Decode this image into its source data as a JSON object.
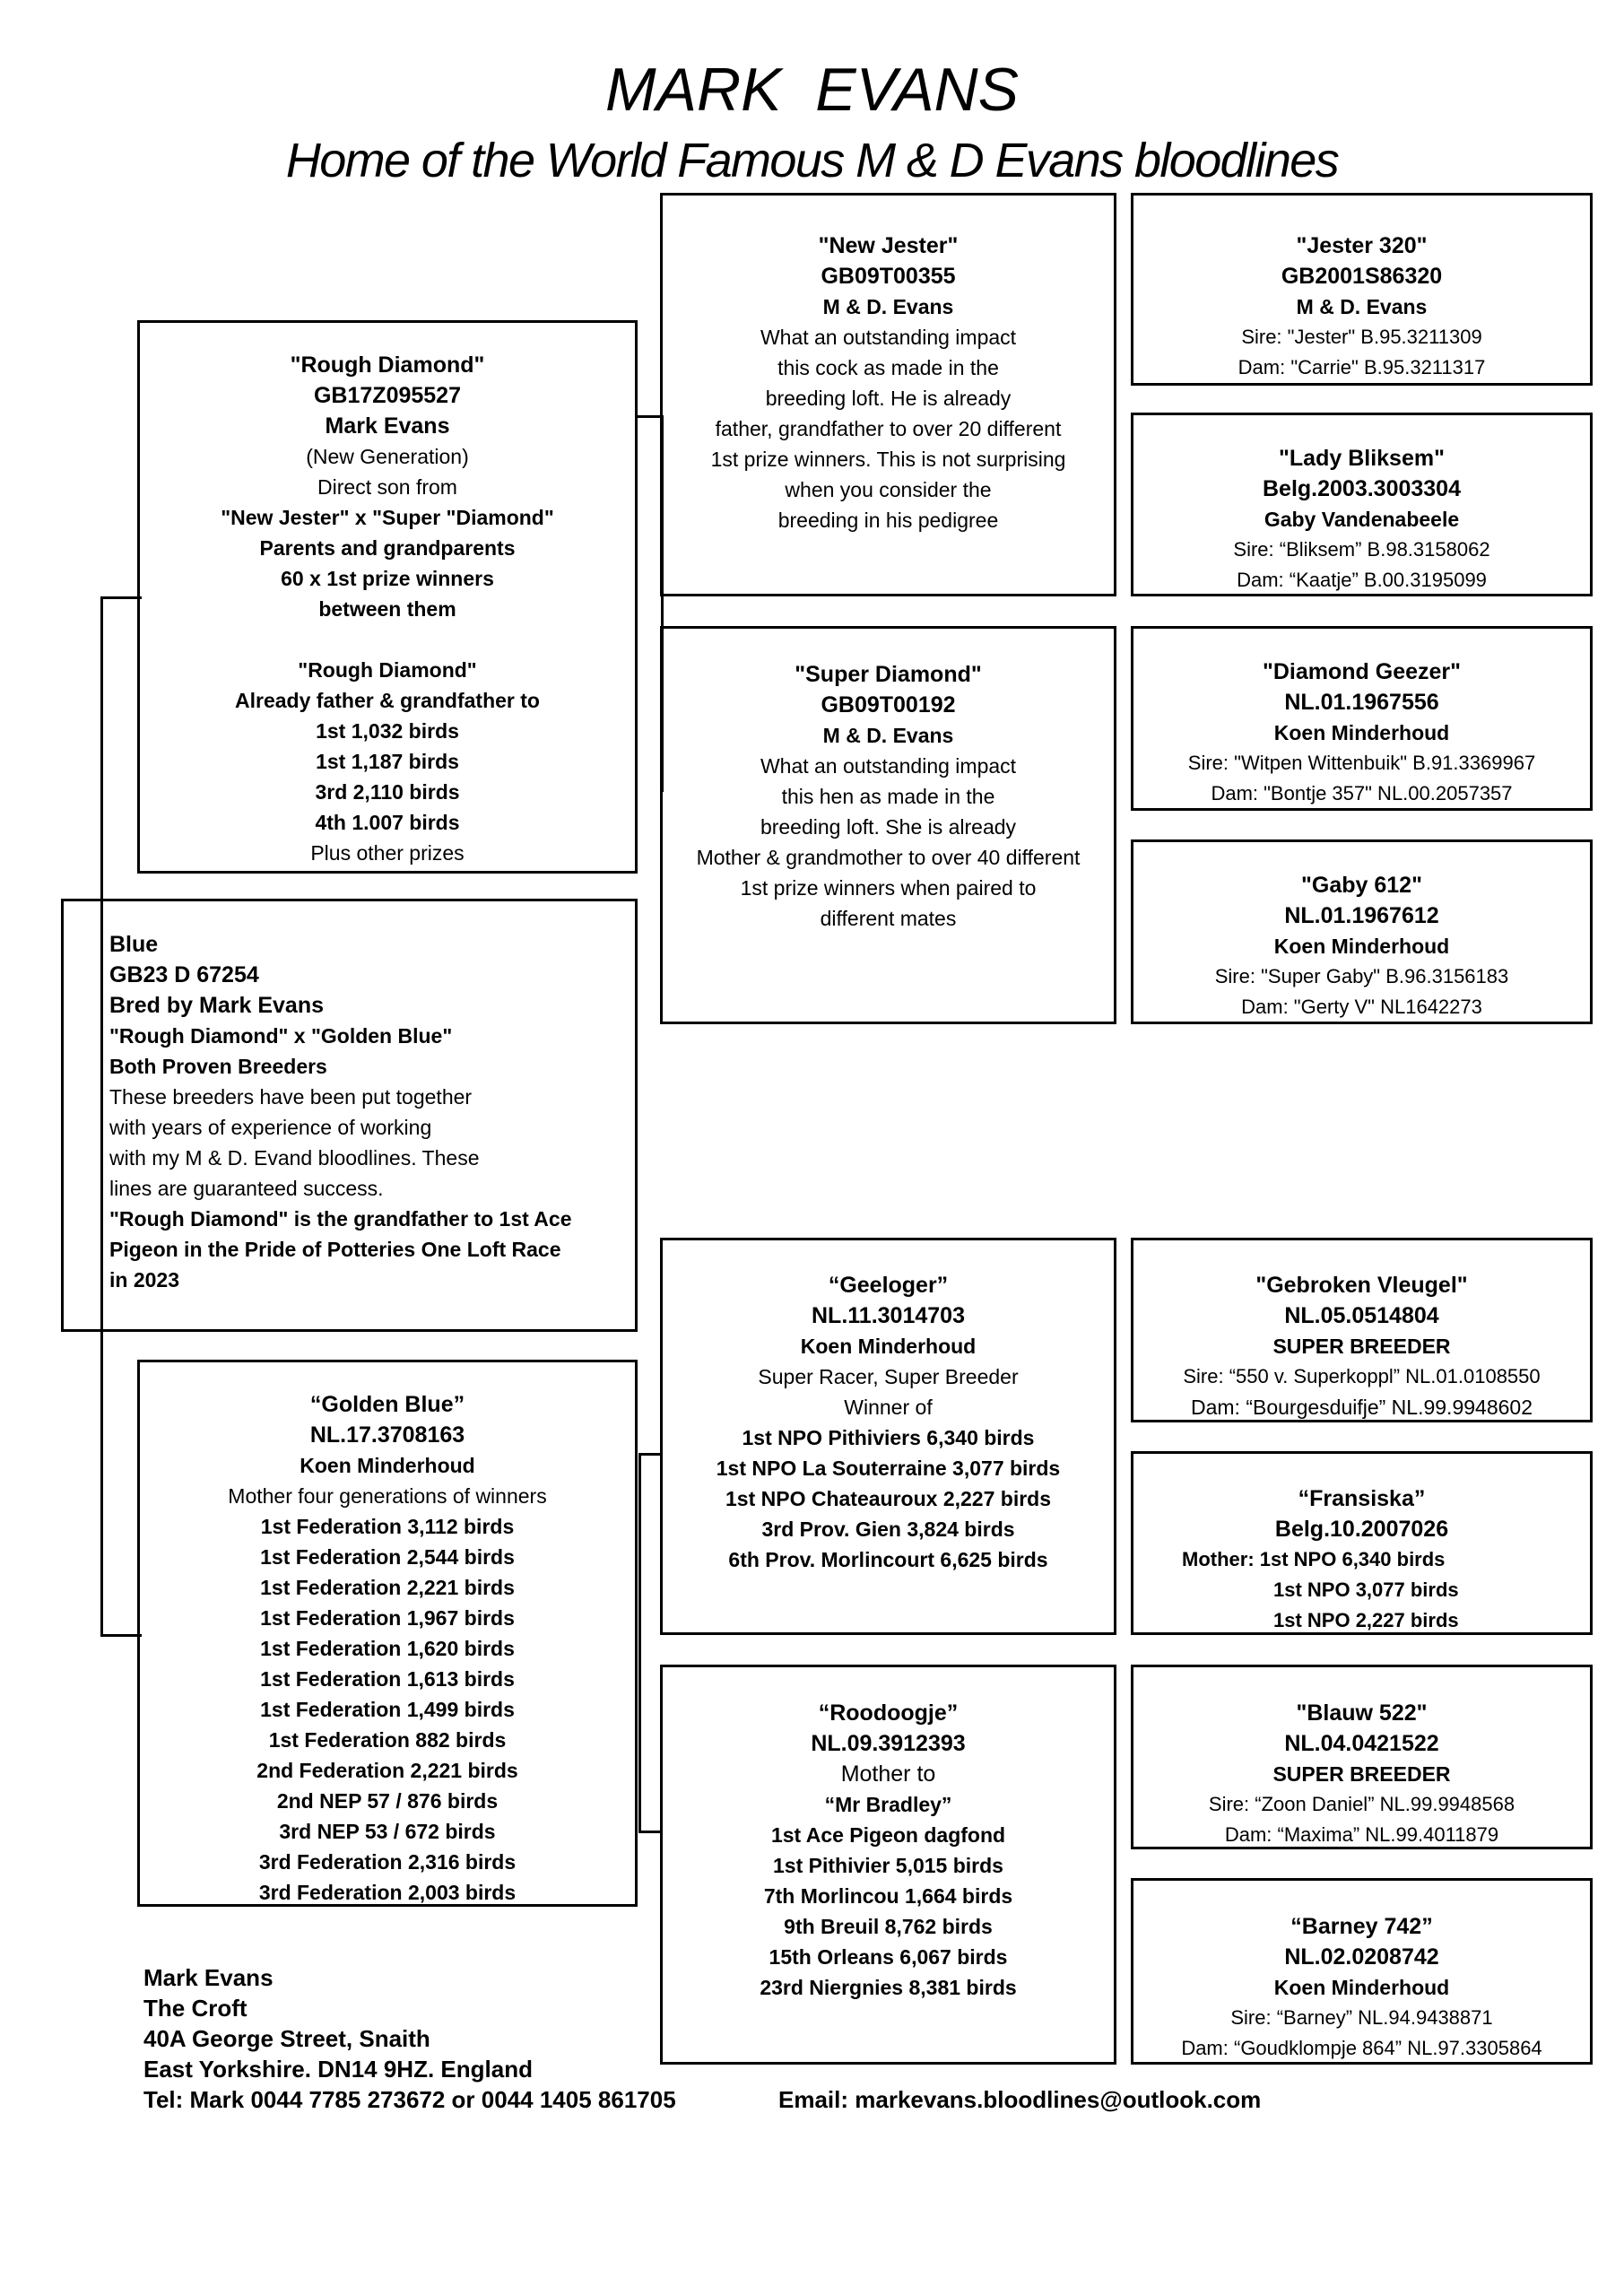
{
  "header": {
    "title": "MARK  EVANS",
    "subtitle": "Home of the World Famous M & D Evans bloodlines"
  },
  "subject": {
    "lines": [
      {
        "t": "Blue",
        "w": "b",
        "s": "t"
      },
      {
        "t": "GB23 D 67254",
        "w": "b",
        "s": "t"
      },
      {
        "t": "Bred by Mark Evans",
        "w": "b",
        "s": "t"
      },
      {
        "t": "\"Rough Diamond\" x \"Golden Blue\"",
        "w": "b",
        "s": "n"
      },
      {
        "t": "Both Proven Breeders",
        "w": "b",
        "s": "n"
      },
      {
        "t": "These breeders have been put together",
        "w": "r",
        "s": "n"
      },
      {
        "t": "with years of experience of working",
        "w": "r",
        "s": "n"
      },
      {
        "t": "with my M & D. Evand bloodlines. These",
        "w": "r",
        "s": "n"
      },
      {
        "t": "lines are guaranteed success.",
        "w": "r",
        "s": "n"
      },
      {
        "t": "\"Rough Diamond\" is the grandfather to 1st Ace",
        "w": "b",
        "s": "n"
      },
      {
        "t": "Pigeon in the Pride of Potteries One Loft Race",
        "w": "b",
        "s": "n"
      },
      {
        "t": "in 2023",
        "w": "b",
        "s": "n"
      }
    ]
  },
  "sire": {
    "lines": [
      {
        "t": "\"Rough Diamond\"",
        "w": "b",
        "s": "t"
      },
      {
        "t": "GB17Z095527",
        "w": "b",
        "s": "t"
      },
      {
        "t": "Mark Evans",
        "w": "b",
        "s": "t"
      },
      {
        "t": "(New Generation)",
        "w": "r",
        "s": "n"
      },
      {
        "t": "Direct son from",
        "w": "r",
        "s": "n"
      },
      {
        "t": "\"New Jester\" x \"Super \"Diamond\"",
        "w": "b",
        "s": "n"
      },
      {
        "t": "Parents and grandparents",
        "w": "b",
        "s": "n"
      },
      {
        "t": "60 x 1st prize winners",
        "w": "b",
        "s": "n"
      },
      {
        "t": "between them",
        "w": "b",
        "s": "n"
      },
      {
        "t": "",
        "w": "r",
        "s": "n"
      },
      {
        "t": "\"Rough Diamond\"",
        "w": "b",
        "s": "n"
      },
      {
        "t": "Already father & grandfather to",
        "w": "b",
        "s": "n"
      },
      {
        "t": "1st 1,032 birds",
        "w": "b",
        "s": "n"
      },
      {
        "t": "1st 1,187 birds",
        "w": "b",
        "s": "n"
      },
      {
        "t": "3rd 2,110 birds",
        "w": "b",
        "s": "n"
      },
      {
        "t": "4th 1.007 birds",
        "w": "b",
        "s": "n"
      },
      {
        "t": "Plus other prizes",
        "w": "r",
        "s": "n"
      }
    ]
  },
  "dam": {
    "lines": [
      {
        "t": "“Golden Blue”",
        "w": "b",
        "s": "t"
      },
      {
        "t": "NL.17.3708163",
        "w": "b",
        "s": "t"
      },
      {
        "t": "Koen Minderhoud",
        "w": "b",
        "s": "n"
      },
      {
        "t": "Mother four generations of winners",
        "w": "r",
        "s": "n"
      },
      {
        "t": "1st Federation 3,112 birds",
        "w": "b",
        "s": "n"
      },
      {
        "t": "1st Federation 2,544 birds",
        "w": "b",
        "s": "n"
      },
      {
        "t": "1st Federation 2,221 birds",
        "w": "b",
        "s": "n"
      },
      {
        "t": "1st Federation 1,967 birds",
        "w": "b",
        "s": "n"
      },
      {
        "t": "1st Federation 1,620 birds",
        "w": "b",
        "s": "n"
      },
      {
        "t": "1st Federation 1,613 birds",
        "w": "b",
        "s": "n"
      },
      {
        "t": "1st Federation 1,499 birds",
        "w": "b",
        "s": "n"
      },
      {
        "t": "1st Federation 882 birds",
        "w": "b",
        "s": "n"
      },
      {
        "t": "2nd Federation 2,221 birds",
        "w": "b",
        "s": "n"
      },
      {
        "t": "2nd NEP 57 / 876 birds",
        "w": "b",
        "s": "n"
      },
      {
        "t": "3rd NEP 53 / 672 birds",
        "w": "b",
        "s": "n"
      },
      {
        "t": "3rd Federation 2,316 birds",
        "w": "b",
        "s": "n"
      },
      {
        "t": "3rd Federation 2,003 birds",
        "w": "b",
        "s": "n"
      }
    ]
  },
  "gs1": {
    "lines": [
      {
        "t": "\"New Jester\"",
        "w": "b",
        "s": "t"
      },
      {
        "t": "GB09T00355",
        "w": "b",
        "s": "t"
      },
      {
        "t": "M & D. Evans",
        "w": "b",
        "s": "n"
      },
      {
        "t": "What an outstanding impact",
        "w": "r",
        "s": "n"
      },
      {
        "t": "this cock as made in the",
        "w": "r",
        "s": "n"
      },
      {
        "t": "breeding loft. He is already",
        "w": "r",
        "s": "n"
      },
      {
        "t": "father, grandfather to over 20 different",
        "w": "r",
        "s": "n"
      },
      {
        "t": "1st prize winners. This is not surprising",
        "w": "r",
        "s": "n"
      },
      {
        "t": "when you consider the",
        "w": "r",
        "s": "n"
      },
      {
        "t": "breeding in his pedigree",
        "w": "r",
        "s": "n"
      }
    ]
  },
  "gd1": {
    "lines": [
      {
        "t": "\"Super Diamond\"",
        "w": "b",
        "s": "t"
      },
      {
        "t": "GB09T00192",
        "w": "b",
        "s": "t"
      },
      {
        "t": "M & D. Evans",
        "w": "b",
        "s": "n"
      },
      {
        "t": "What an outstanding impact",
        "w": "r",
        "s": "n"
      },
      {
        "t": "this hen as made in the",
        "w": "r",
        "s": "n"
      },
      {
        "t": "breeding loft. She is already",
        "w": "r",
        "s": "n"
      },
      {
        "t": "Mother & grandmother to over 40 different",
        "w": "r",
        "s": "n"
      },
      {
        "t": "1st prize winners when paired to",
        "w": "r",
        "s": "n"
      },
      {
        "t": "different mates",
        "w": "r",
        "s": "n"
      }
    ]
  },
  "gs2": {
    "lines": [
      {
        "t": "“Geeloger”",
        "w": "b",
        "s": "t"
      },
      {
        "t": "NL.11.3014703",
        "w": "b",
        "s": "t"
      },
      {
        "t": "Koen Minderhoud",
        "w": "b",
        "s": "n"
      },
      {
        "t": "Super Racer, Super Breeder",
        "w": "r",
        "s": "n"
      },
      {
        "t": "Winner of",
        "w": "r",
        "s": "n"
      },
      {
        "t": "1st NPO Pithiviers 6,340 birds",
        "w": "b",
        "s": "n"
      },
      {
        "t": "1st NPO La Souterraine 3,077 birds",
        "w": "b",
        "s": "n"
      },
      {
        "t": "1st NPO Chateauroux 2,227 birds",
        "w": "b",
        "s": "n"
      },
      {
        "t": "3rd Prov. Gien 3,824 birds",
        "w": "b",
        "s": "n"
      },
      {
        "t": "6th Prov. Morlincourt 6,625 birds",
        "w": "b",
        "s": "n"
      }
    ]
  },
  "gd2": {
    "lines": [
      {
        "t": "“Roodoogje”",
        "w": "b",
        "s": "t"
      },
      {
        "t": "NL.09.3912393",
        "w": "b",
        "s": "t"
      },
      {
        "t": "Mother to",
        "w": "r",
        "s": "t"
      },
      {
        "t": "“Mr Bradley”",
        "w": "b",
        "s": "n"
      },
      {
        "t": "1st  Ace Pigeon dagfond",
        "w": "b",
        "s": "n"
      },
      {
        "t": "1st Pithivier 5,015 birds",
        "w": "b",
        "s": "n"
      },
      {
        "t": "7th Morlincou 1,664 birds",
        "w": "b",
        "s": "n"
      },
      {
        "t": "9th Breuil 8,762 birds",
        "w": "b",
        "s": "n"
      },
      {
        "t": "15th Orleans 6,067 birds",
        "w": "b",
        "s": "n"
      },
      {
        "t": "23rd Niergnies 8,381 birds",
        "w": "b",
        "s": "n"
      }
    ]
  },
  "g1": {
    "lines": [
      {
        "t": "\"Jester 320\"",
        "w": "b",
        "s": "t"
      },
      {
        "t": "GB2001S86320",
        "w": "b",
        "s": "t"
      },
      {
        "t": "M & D. Evans",
        "w": "b",
        "s": "n"
      },
      {
        "t": "Sire: \"Jester\" B.95.3211309",
        "w": "r",
        "s": "s"
      },
      {
        "t": "Dam: \"Carrie\" B.95.3211317",
        "w": "r",
        "s": "s"
      }
    ]
  },
  "g2": {
    "lines": [
      {
        "t": "\"Lady Bliksem\"",
        "w": "b",
        "s": "t"
      },
      {
        "t": "Belg.2003.3003304",
        "w": "b",
        "s": "t"
      },
      {
        "t": "Gaby Vandenabeele",
        "w": "b",
        "s": "n"
      },
      {
        "t": "Sire: “Bliksem” B.98.3158062",
        "w": "r",
        "s": "s"
      },
      {
        "t": "Dam: “Kaatje” B.00.3195099",
        "w": "r",
        "s": "s"
      }
    ]
  },
  "g3": {
    "lines": [
      {
        "t": "\"Diamond Geezer\"",
        "w": "b",
        "s": "t"
      },
      {
        "t": "NL.01.1967556",
        "w": "b",
        "s": "t"
      },
      {
        "t": "Koen Minderhoud",
        "w": "b",
        "s": "n"
      },
      {
        "t": "Sire: \"Witpen Wittenbuik\" B.91.3369967",
        "w": "r",
        "s": "s"
      },
      {
        "t": "Dam: \"Bontje 357\" NL.00.2057357",
        "w": "r",
        "s": "s"
      }
    ]
  },
  "g4": {
    "lines": [
      {
        "t": "\"Gaby 612\"",
        "w": "b",
        "s": "t"
      },
      {
        "t": "NL.01.1967612",
        "w": "b",
        "s": "t"
      },
      {
        "t": "Koen Minderhoud",
        "w": "b",
        "s": "n"
      },
      {
        "t": "Sire: \"Super Gaby\" B.96.3156183",
        "w": "r",
        "s": "s"
      },
      {
        "t": "Dam: \"Gerty V\" NL1642273",
        "w": "r",
        "s": "s"
      }
    ]
  },
  "g5": {
    "lines": [
      {
        "t": "\"Gebroken Vleugel\"",
        "w": "b",
        "s": "t"
      },
      {
        "t": "NL.05.0514804",
        "w": "b",
        "s": "t"
      },
      {
        "t": "SUPER BREEDER",
        "w": "b",
        "s": "n"
      },
      {
        "t": "Sire: “550 v. Superkoppl” NL.01.0108550",
        "w": "r",
        "s": "s"
      },
      {
        "t": "Dam: “Bourgesduifje” NL.99.9948602",
        "w": "r",
        "s": "n"
      }
    ]
  },
  "g6": {
    "lines": [
      {
        "t": "“Fransiska”",
        "w": "b",
        "s": "t"
      },
      {
        "t": "Belg.10.2007026",
        "w": "b",
        "s": "t"
      },
      {
        "t": "Mother:  1st NPO 6,340 birds",
        "w": "b",
        "s": "s"
      },
      {
        "t": "1st NPO 3,077 birds",
        "w": "b",
        "s": "s"
      },
      {
        "t": "1st NPO 2,227 birds",
        "w": "b",
        "s": "s"
      }
    ]
  },
  "g7": {
    "lines": [
      {
        "t": "\"Blauw 522\"",
        "w": "b",
        "s": "t"
      },
      {
        "t": "NL.04.0421522",
        "w": "b",
        "s": "t"
      },
      {
        "t": "SUPER BREEDER",
        "w": "b",
        "s": "n"
      },
      {
        "t": "Sire: “Zoon Daniel” NL.99.9948568",
        "w": "r",
        "s": "s"
      },
      {
        "t": "Dam: “Maxima” NL.99.4011879",
        "w": "r",
        "s": "s"
      }
    ]
  },
  "g8": {
    "lines": [
      {
        "t": "“Barney 742”",
        "w": "b",
        "s": "t"
      },
      {
        "t": "NL.02.0208742",
        "w": "b",
        "s": "t"
      },
      {
        "t": "Koen Minderhoud",
        "w": "b",
        "s": "n"
      },
      {
        "t": "Sire: “Barney” NL.94.9438871",
        "w": "r",
        "s": "s"
      },
      {
        "t": "Dam: “Goudklompje 864” NL.97.3305864",
        "w": "r",
        "s": "s"
      }
    ]
  },
  "contact": {
    "address": [
      "Mark Evans",
      "The Croft",
      "40A George Street, Snaith",
      "East Yorkshire. DN14 9HZ. England",
      "Tel: Mark 0044 7785 273672 or 0044 1405 861705"
    ],
    "email": "Email: markevans.bloodlines@outlook.com"
  }
}
